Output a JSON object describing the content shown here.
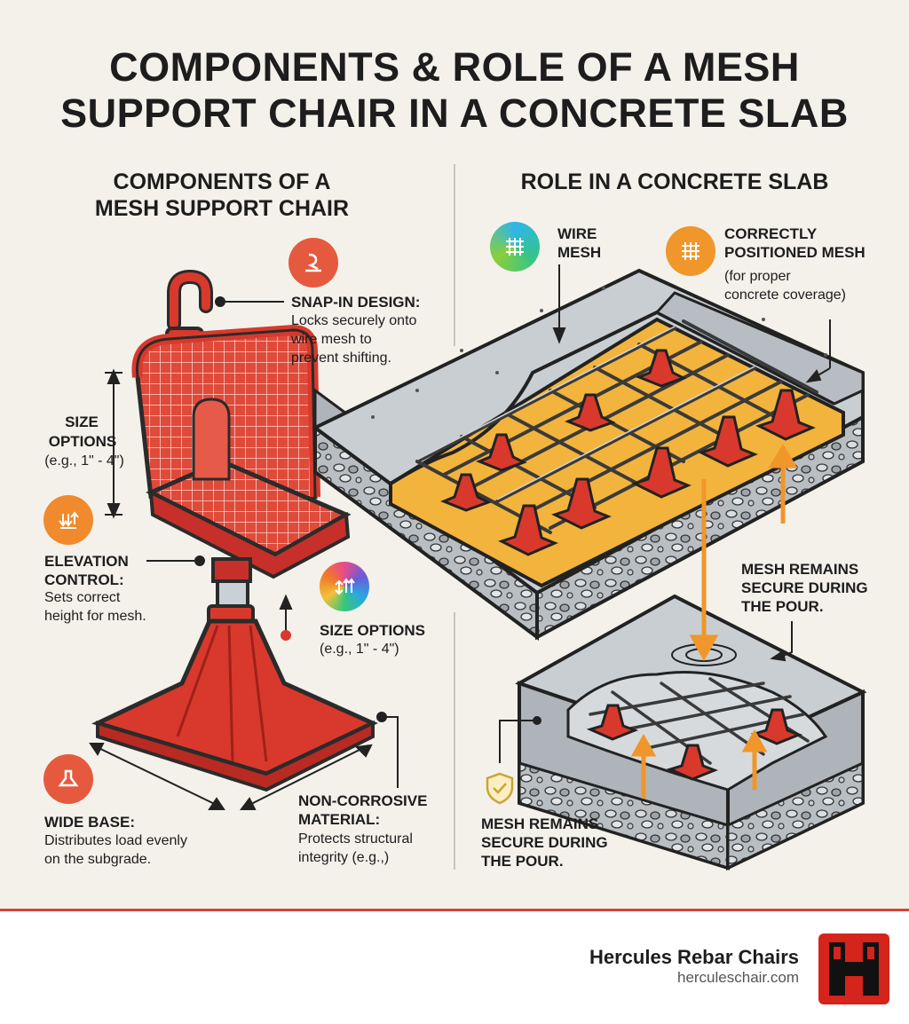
{
  "title_line1": "COMPONENTS & ROLE OF A MESH",
  "title_line2": "SUPPORT CHAIR IN A CONCRETE SLAB",
  "left": {
    "heading_line1": "COMPONENTS OF A",
    "heading_line2": "MESH SUPPORT CHAIR",
    "snap_title": "SNAP-IN DESIGN:",
    "snap_desc_1": "Locks securely onto",
    "snap_desc_2": "wire mesh to",
    "snap_desc_3": "prevent shifting.",
    "size_left_1": "SIZE",
    "size_left_2": "OPTIONS",
    "size_left_3": "(e.g., 1\" - 4\")",
    "elev_title_1": "ELEVATION",
    "elev_title_2": "CONTROL:",
    "elev_desc_1": "Sets correct",
    "elev_desc_2": "height for mesh.",
    "size_right_title": "SIZE OPTIONS",
    "size_right_desc": "(e.g., 1\" - 4\")",
    "base_title": "WIDE BASE:",
    "base_desc_1": "Distributes load evenly",
    "base_desc_2": "on the subgrade.",
    "mat_title_1": "NON-CORROSIVE",
    "mat_title_2": "MATERIAL:",
    "mat_desc_1": "Protects structural",
    "mat_desc_2": "integrity (e.g.,)"
  },
  "right": {
    "heading": "ROLE IN A CONCRETE SLAB",
    "mesh_1": "WIRE",
    "mesh_2": "MESH",
    "pos_1": "CORRECTLY",
    "pos_2": "POSITIONED MESH",
    "pos_desc_1": "(for proper",
    "pos_desc_2": "concrete coverage)",
    "secure_a_1": "MESH REMAINS",
    "secure_a_2": "SECURE DURING",
    "secure_a_3": "THE POUR.",
    "secure_b_1": "MESH REMAINS",
    "secure_b_2": "SECURE DURING",
    "secure_b_3": "THE POUR."
  },
  "footer": {
    "brand": "Hercules Rebar Chairs",
    "site": "herculeschair.com"
  },
  "colors": {
    "chair_red": "#d8392c",
    "accent_orange": "#f0962a",
    "concrete": "#c9ced2",
    "mesh_base": "#f2b43c"
  },
  "icons": [
    "snap-in-icon",
    "elevation-icon",
    "size-options-icon",
    "wide-base-icon",
    "wire-mesh-icon",
    "grid-icon",
    "shield-check-icon"
  ]
}
